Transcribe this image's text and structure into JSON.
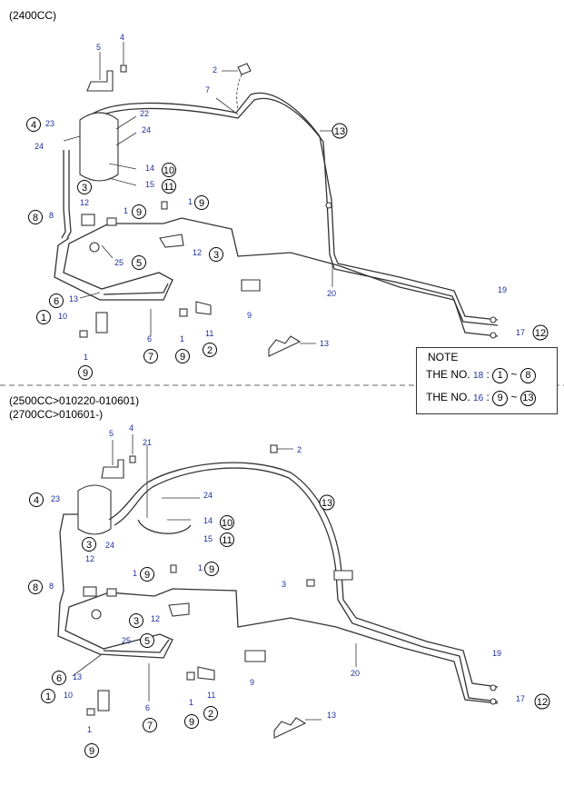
{
  "headers": {
    "top": "(2400CC)",
    "bottom_line1": "(2500CC>010220-010601)",
    "bottom_line2": "(2700CC>010601-)"
  },
  "note": {
    "title": "NOTE",
    "row1_prefix": "THE NO.",
    "row1_ref": "18",
    "row1_from": "1",
    "row1_to": "8",
    "row2_prefix": "THE NO.",
    "row2_ref": "16",
    "row2_from": "9",
    "row2_to": "13",
    "sep_colon": ":",
    "sep_tilde": "~"
  },
  "colors": {
    "ref_blue": "#1e2e9e",
    "line": "#333333"
  },
  "callouts_top": {
    "c5": "5",
    "c4": "4",
    "c2": "2",
    "c7": "7",
    "c13a": "13",
    "c23": "23",
    "c22": "22",
    "c24a": "24",
    "c24b": "24",
    "c14": "14",
    "c15": "15",
    "c12a": "12",
    "c1a": "1",
    "c12b": "12",
    "c25": "25",
    "c13b": "13",
    "c10": "10",
    "c6": "6",
    "c1b": "1",
    "c11": "11",
    "c9a": "9",
    "c20": "20",
    "c19": "19",
    "c17": "17",
    "c13c": "13",
    "c8": "8",
    "c1c": "1"
  },
  "circles_top": {
    "k4": "4",
    "k10": "10",
    "k11": "11",
    "k3a": "3",
    "k9a": "9",
    "k8": "8",
    "k9b": "9",
    "k3b": "3",
    "k5": "5",
    "k6": "6",
    "k1": "1",
    "k7": "7",
    "k9c": "9",
    "k2": "2",
    "k9d": "9",
    "k13": "13",
    "k12": "12"
  },
  "callouts_bottom": {
    "c5": "5",
    "c4": "4",
    "c21": "21",
    "c2": "2",
    "c23": "23",
    "c24a": "24",
    "c24b": "24",
    "c14": "14",
    "c15": "15",
    "c12a": "12",
    "c8": "8",
    "c1a": "1",
    "c1b": "1",
    "c3": "3",
    "c12b": "12",
    "c25": "25",
    "c13a": "13",
    "c10": "10",
    "c6": "6",
    "c1c": "1",
    "c11": "11",
    "c9": "9",
    "c20": "20",
    "c19": "19",
    "c17": "17",
    "c13b": "13",
    "c1d": "1"
  },
  "circles_bottom": {
    "k4": "4",
    "k10": "10",
    "k11": "11",
    "k3a": "3",
    "k8": "8",
    "k9a": "9",
    "k9b": "9",
    "k3b": "3",
    "k5": "5",
    "k6": "6",
    "k1": "1",
    "k7": "7",
    "k9c": "9",
    "k2": "2",
    "k13": "13",
    "k12": "12",
    "k9d": "9"
  }
}
